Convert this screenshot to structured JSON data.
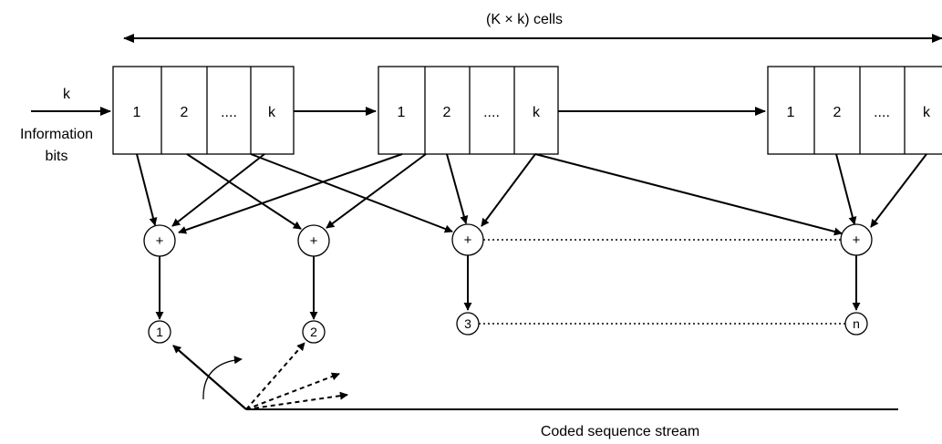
{
  "diagram": {
    "span_label": "(K × k) cells",
    "input": {
      "k_label": "k",
      "info_line1": "Information",
      "info_line2": "bits"
    },
    "registers": [
      {
        "cells": [
          "1",
          "2",
          "....",
          "k"
        ]
      },
      {
        "cells": [
          "1",
          "2",
          "....",
          "k"
        ]
      },
      {
        "cells": [
          "1",
          "2",
          "....",
          "k"
        ]
      }
    ],
    "adder_symbol": "+",
    "outputs": [
      "1",
      "2",
      "3",
      "n"
    ],
    "caption": "Coded sequence stream"
  }
}
